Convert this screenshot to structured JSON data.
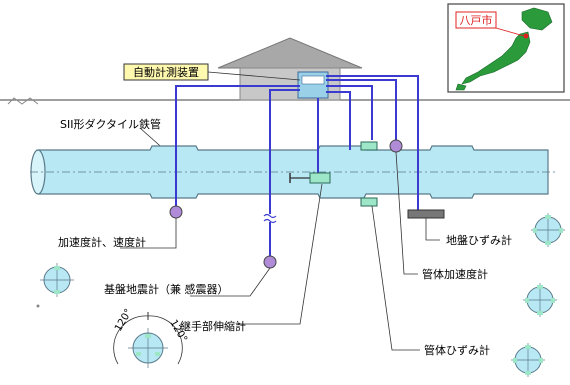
{
  "labels": {
    "auto_device": "自動計測装置",
    "pipe_name": "SII形ダクタイル鉄管",
    "accelerometer": "加速度計、速度計",
    "bedrock_seismometer": "基盤地震計（兼 感震器）",
    "joint_extensometer": "継手部伸縮計",
    "ground_strain_gauge": "地盤ひずみ計",
    "pipe_accelerometer": "管体加速度計",
    "pipe_strain_gauge": "管体ひずみ計",
    "angle_left": "120°",
    "angle_right": "120°"
  },
  "map": {
    "city_label": "八戸市"
  },
  "colors": {
    "pipe_fill": "#b8e8f4",
    "pipe_outline": "#5a7a8a",
    "cable": "#3a3ad0",
    "sensor_purple": "#b08cd8",
    "sensor_green": "#9ee6c8",
    "label_bg": "#fff9b0",
    "map_red": "#e02020",
    "house_gray": "#a8a8a8"
  }
}
